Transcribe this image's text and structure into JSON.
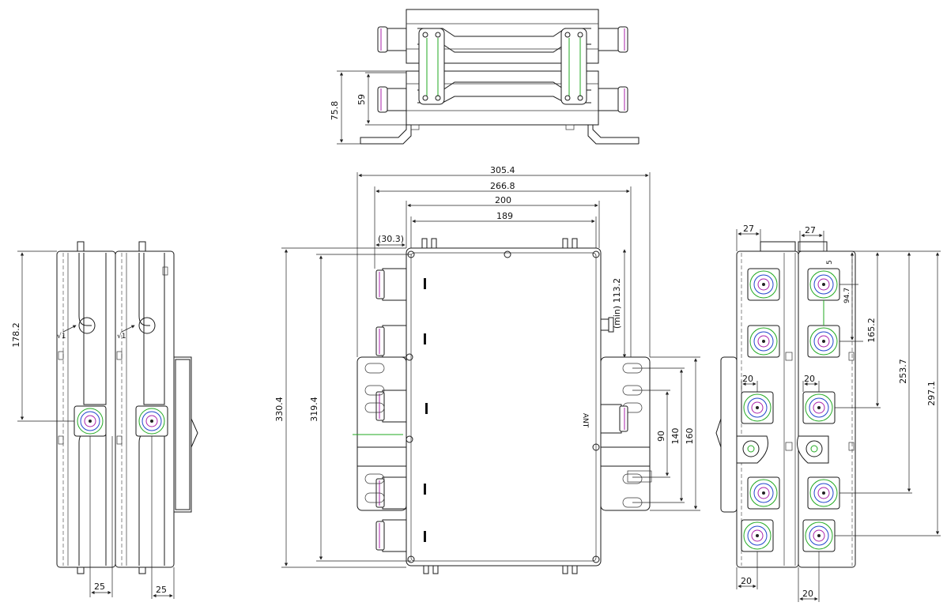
{
  "top_view": {
    "dims": [
      "75.8",
      "59"
    ]
  },
  "left_view": {
    "dims": [
      "178.2",
      "25",
      "25"
    ],
    "markers": [
      "√1",
      "√1"
    ]
  },
  "front_view": {
    "dims": [
      "305.4",
      "266.8",
      "200",
      "189",
      "(30.3)",
      "330.4",
      "319.4",
      "(min) 113.2",
      "90",
      "140",
      "160"
    ],
    "label": "ANT"
  },
  "right_view": {
    "dims": [
      "27",
      "27",
      "5",
      "94.7",
      "165.2",
      "253.7",
      "297.1",
      "20",
      "20",
      "20",
      "20"
    ]
  }
}
